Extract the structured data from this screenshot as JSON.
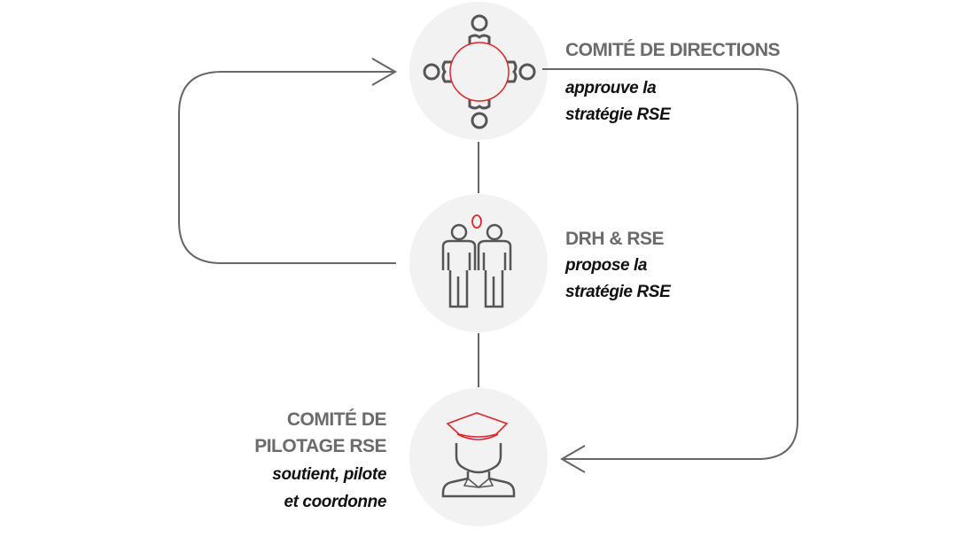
{
  "nodes": [
    {
      "title": "COMITÉ DE DIRECTIONS",
      "desc_lines": [
        "approuve la",
        "stratégie RSE"
      ],
      "icon": "meeting-table-icon"
    },
    {
      "title": "DRH & RSE",
      "desc_lines": [
        "propose la",
        "stratégie RSE"
      ],
      "icon": "two-people-icon"
    },
    {
      "title_lines": [
        "COMITÉ DE",
        "PILOTAGE RSE"
      ],
      "desc_lines": [
        "soutient, pilote",
        "et coordonne"
      ],
      "icon": "officer-icon"
    }
  ],
  "colors": {
    "accent": "#e0262a",
    "line": "#666666",
    "circle": "#f2f2f2",
    "heading": "#6b6b6b"
  }
}
